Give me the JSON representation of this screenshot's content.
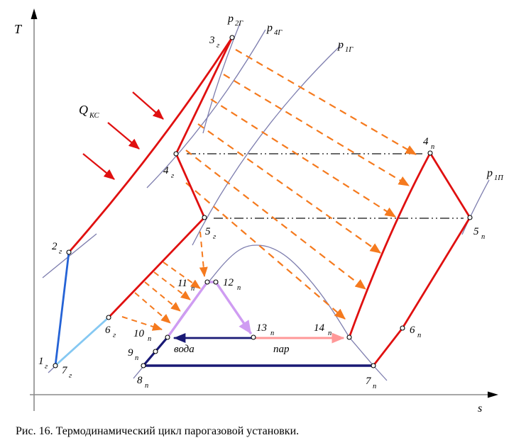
{
  "figure": {
    "caption": "Рис. 16. Термодинамический цикл парогазовой установки.",
    "axis": {
      "vertical": "T",
      "horizontal": "s"
    },
    "heat_input": {
      "main": "Q",
      "sub": "КС"
    },
    "flow_labels": {
      "water": "вода",
      "steam": "пар"
    },
    "isobar_labels": [
      {
        "id": "p2g",
        "main": "p",
        "sub": "2Г"
      },
      {
        "id": "p4g",
        "main": "p",
        "sub": "4Г"
      },
      {
        "id": "p1g",
        "main": "p",
        "sub": "1Г"
      },
      {
        "id": "p1p",
        "main": "p",
        "sub": "1П"
      }
    ],
    "state_points": [
      {
        "id": "1g",
        "main": "1",
        "sub": "г"
      },
      {
        "id": "2g",
        "main": "2",
        "sub": "г"
      },
      {
        "id": "3g",
        "main": "3",
        "sub": "г"
      },
      {
        "id": "4g",
        "main": "4",
        "sub": "г"
      },
      {
        "id": "5g",
        "main": "5",
        "sub": "г"
      },
      {
        "id": "6g",
        "main": "6",
        "sub": "г"
      },
      {
        "id": "7g",
        "main": "7",
        "sub": "г"
      },
      {
        "id": "4p",
        "main": "4",
        "sub": "п"
      },
      {
        "id": "5p",
        "main": "5",
        "sub": "п"
      },
      {
        "id": "6p",
        "main": "6",
        "sub": "п"
      },
      {
        "id": "7p",
        "main": "7",
        "sub": "п"
      },
      {
        "id": "8p",
        "main": "8",
        "sub": "п"
      },
      {
        "id": "9p",
        "main": "9",
        "sub": "п"
      },
      {
        "id": "10p",
        "main": "10",
        "sub": "п"
      },
      {
        "id": "11p",
        "main": "11",
        "sub": "п"
      },
      {
        "id": "12p",
        "main": "12",
        "sub": "п"
      },
      {
        "id": "13p",
        "main": "13",
        "sub": "п"
      },
      {
        "id": "14p",
        "main": "14",
        "sub": "п"
      }
    ],
    "colors": {
      "gas_cycle_red": "#e01010",
      "heat_transfer_orange": "#f57a1e",
      "condensate_navy": "#191975",
      "compression_blue": "#2563d6",
      "exhaust_light_blue": "#85c8f2",
      "evaporation_violet": "#cf9cf2",
      "steam_pink": "#ff9898",
      "isobar_slate": "#7d7dae",
      "axis_gray": "#8a8a8a"
    }
  }
}
